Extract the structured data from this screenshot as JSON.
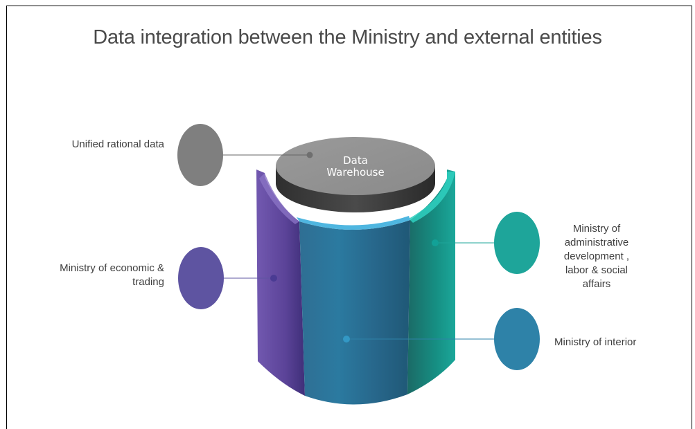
{
  "title": "Data integration between the Ministry and external entities",
  "center": {
    "line1": "Data",
    "line2": "Warehouse"
  },
  "entities": [
    {
      "key": "unified",
      "label": "Unified rational data",
      "color": "#7f7f7f"
    },
    {
      "key": "economic",
      "label": "Ministry of economic & trading",
      "color": "#5e54a1"
    },
    {
      "key": "admin",
      "label": "Ministry of administrative development , labor & social affairs",
      "color": "#1ea59a"
    },
    {
      "key": "interior",
      "label": "Ministry of interior",
      "color": "#2e82a8"
    }
  ],
  "labels": {
    "unified": "Unified rational data",
    "economic_l1": "Ministry of economic &",
    "economic_l2": "trading",
    "admin_l1": "Ministry of",
    "admin_l2": "administrative",
    "admin_l3": "development ,",
    "admin_l4": "labor & social",
    "admin_l5": "affairs",
    "interior": "Ministry of interior"
  }
}
